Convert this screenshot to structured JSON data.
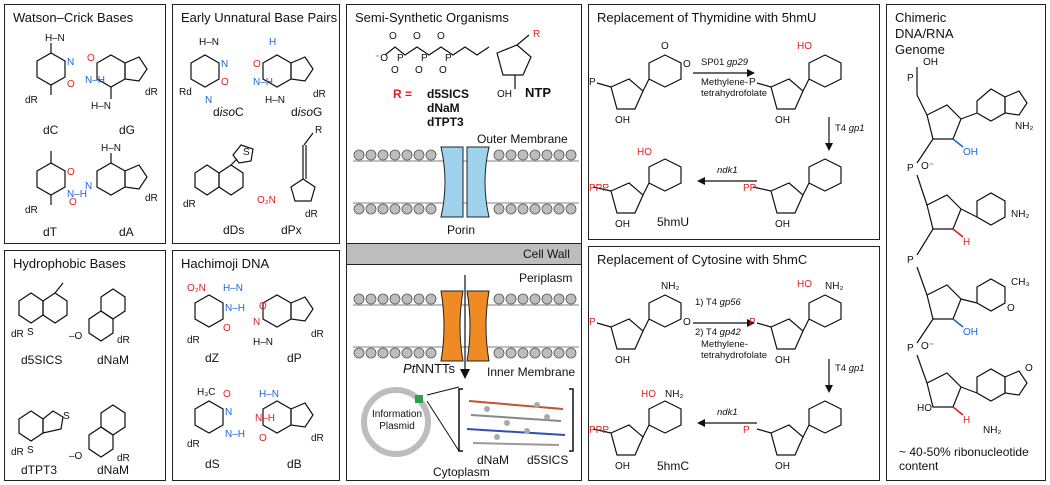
{
  "colors": {
    "red": "#e01e1e",
    "blue": "#1a66d8",
    "orange": "#ef8a24",
    "lightblue": "#9fd2ec",
    "gray": "#bdbdbd",
    "green": "#2fa04a"
  },
  "panels": {
    "watson_crick": {
      "title": "Watson–Crick Bases",
      "labels": [
        "dC",
        "dG",
        "dT",
        "dA"
      ]
    },
    "early_unnatural": {
      "title": "Early Unnatural Base Pairs",
      "isoc_prefix": "d",
      "isoc_italic": "iso",
      "isoc_suffix": "C",
      "isog_prefix": "d",
      "isog_italic": "iso",
      "isog_suffix": "G",
      "labels": [
        "dDs",
        "dPx"
      ]
    },
    "hydrophobic": {
      "title": "Hydrophobic Bases",
      "labels": [
        "d5SICS",
        "dNaM",
        "dTPT3",
        "dNaM"
      ]
    },
    "hachimoji": {
      "title": "Hachimoji DNA",
      "labels": [
        "dZ",
        "dP",
        "dS",
        "dB"
      ]
    },
    "semi_synthetic": {
      "title": "Semi-Synthetic Organisms",
      "r_equals": "R =",
      "r_options": [
        "d5SICS",
        "dNaM",
        "dTPT3"
      ],
      "ntp": "NTP",
      "outer_membrane": "Outer Membrane",
      "porin": "Porin",
      "cell_wall": "Cell Wall",
      "periplasm": "Periplasm",
      "ptnntts_italic": "Pt",
      "ptnntts_rest": "NNTTs",
      "inner_membrane": "Inner Membrane",
      "plasmid": "Information Plasmid",
      "pair_left": "dNaM",
      "pair_right": "d5SICS",
      "cytoplasm": "Cytoplasm"
    },
    "thymidine": {
      "title": "Replacement of Thymidine with 5hmU",
      "enzyme1": "SP01",
      "enzyme1_italic": "gp29",
      "cofactor": "Methylene-tetrahydrofolate",
      "enzyme2": "T4",
      "enzyme2_italic": "gp1",
      "enzyme3": "ndk1",
      "product": "5hmU"
    },
    "cytosine": {
      "title": "Replacement of Cytosine with 5hmC",
      "step1": "1) T4",
      "step1_italic": "gp56",
      "step2": "2) T4",
      "step2_italic": "gp42",
      "cofactor": "Methylene-tetrahydrofolate",
      "enzyme2": "T4",
      "enzyme2_italic": "gp1",
      "enzyme3": "ndk1",
      "product": "5hmC"
    },
    "chimeric": {
      "title": "Chimeric DNA/RNA Genome",
      "footer": "~ 40-50% ribonucleotide content"
    }
  }
}
